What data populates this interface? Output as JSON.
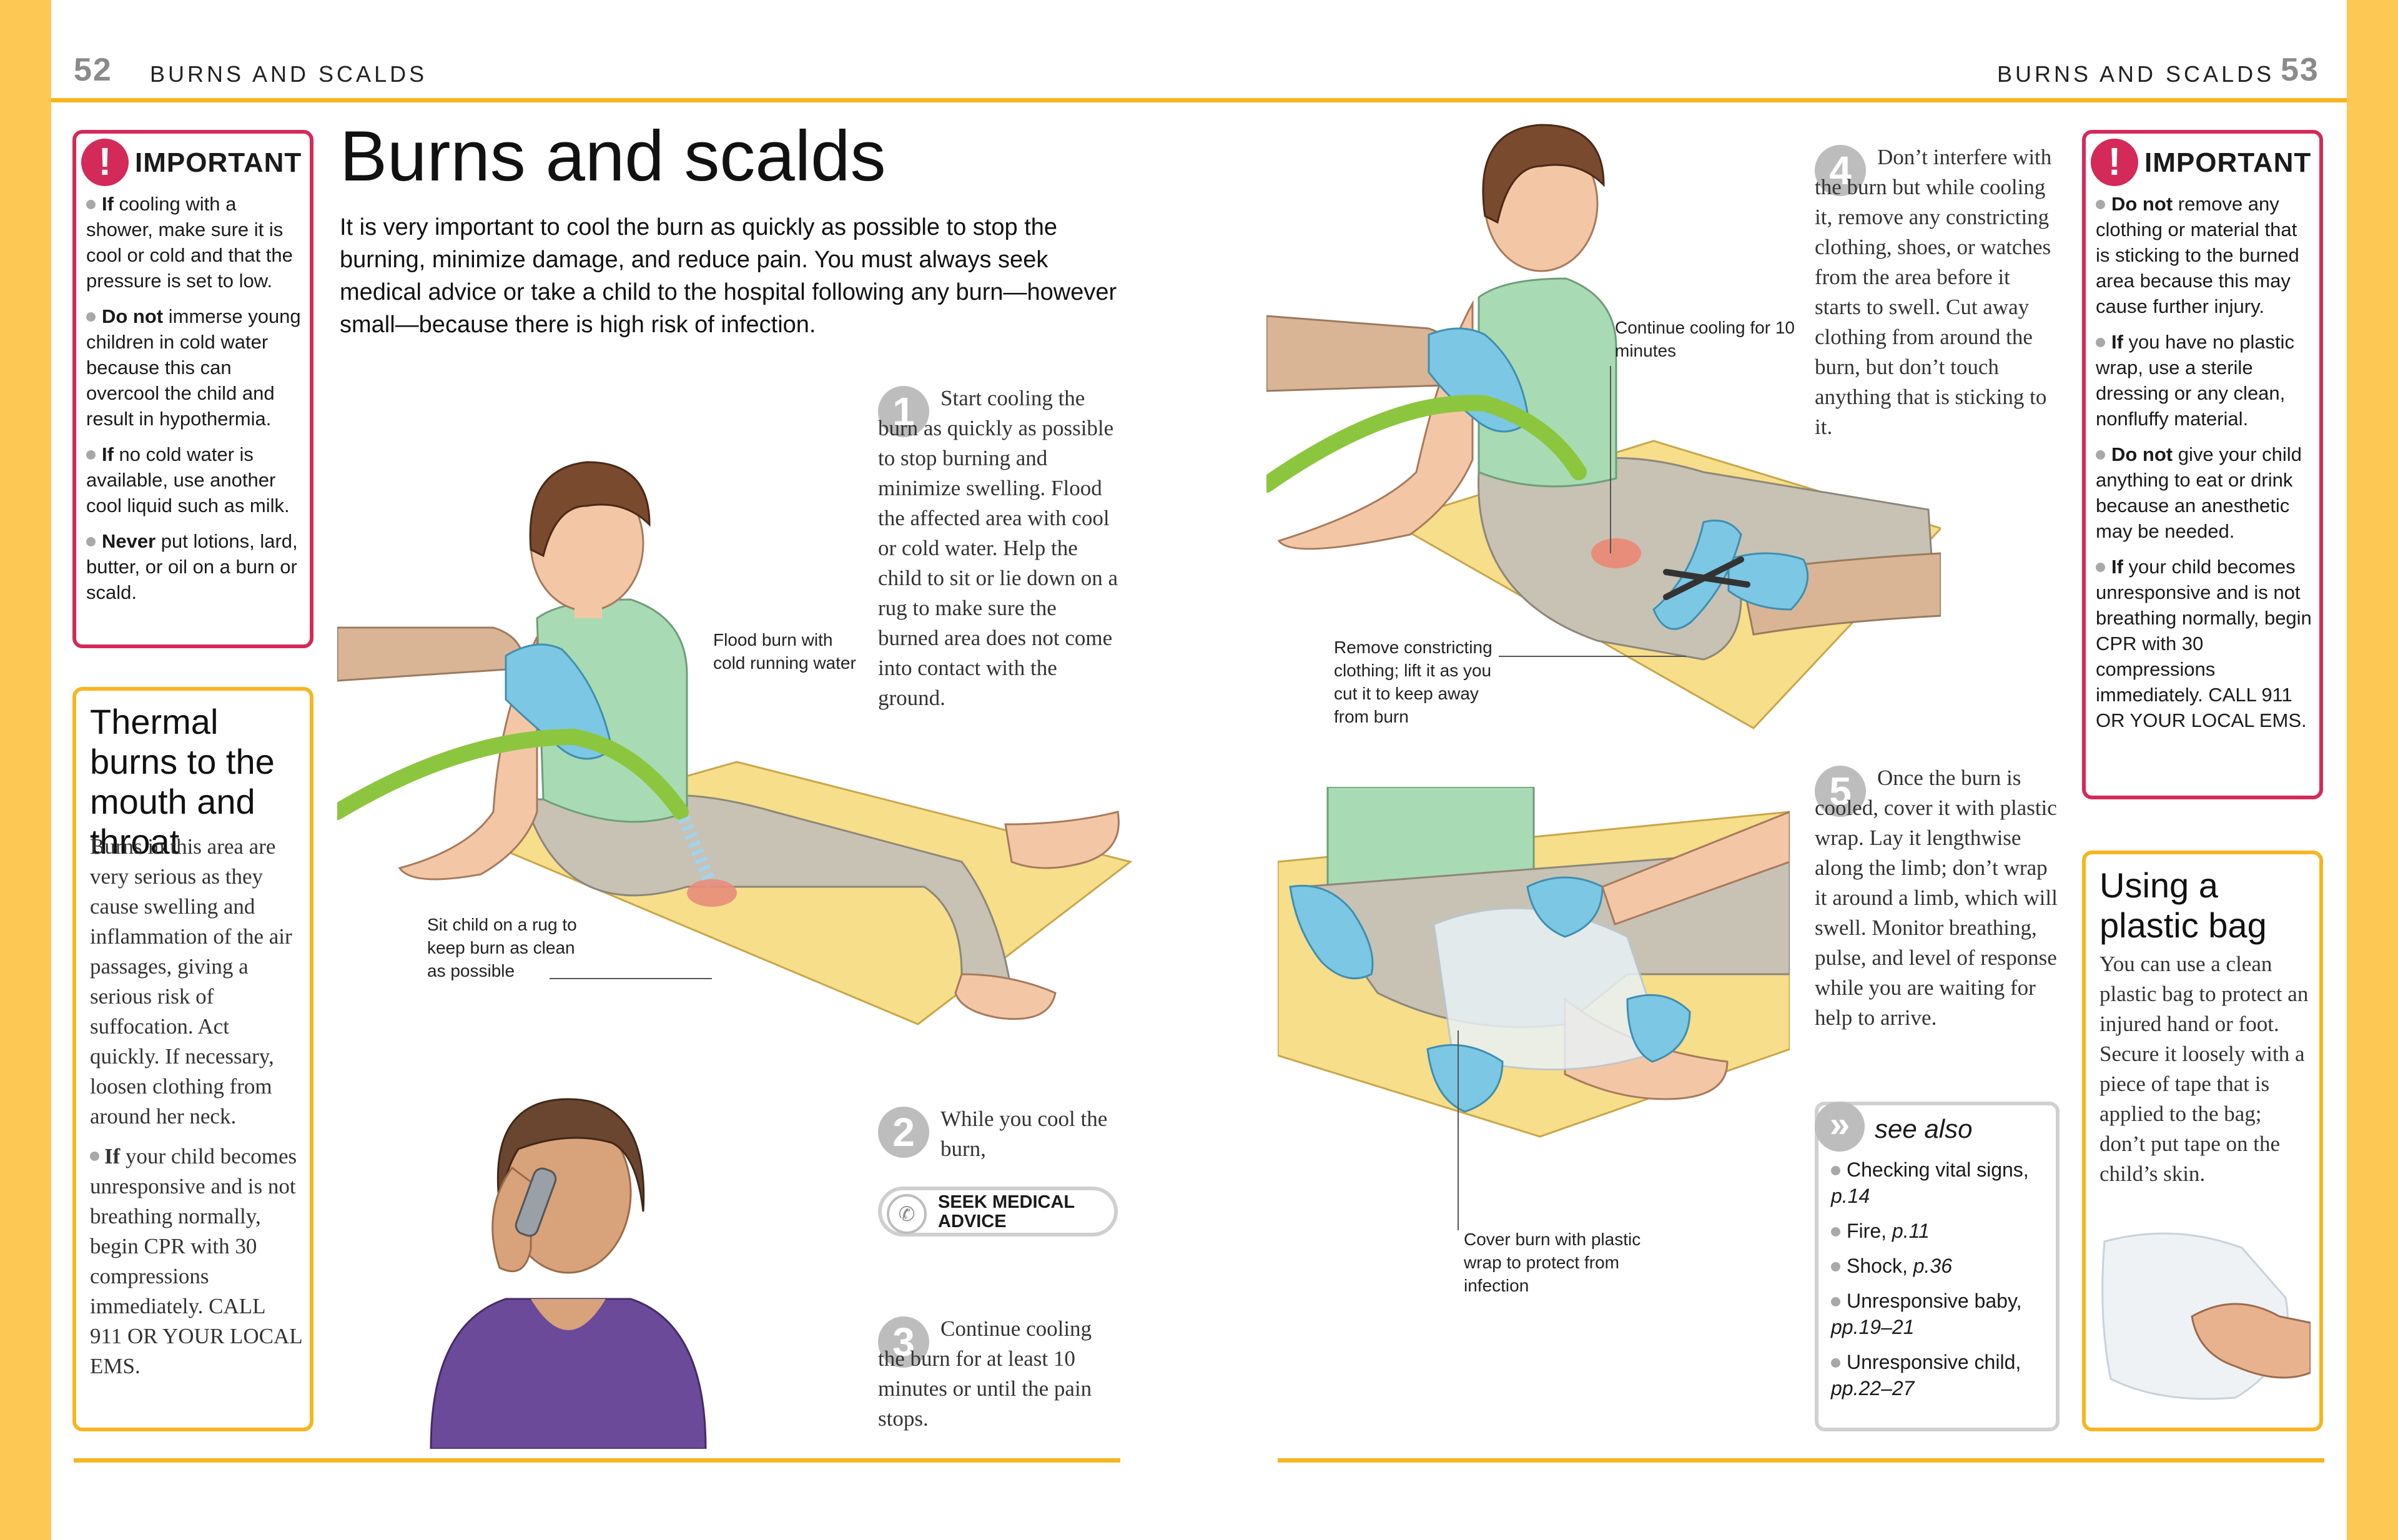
{
  "header": {
    "left_page_number": "52",
    "left_running_title": "BURNS AND SCALDS",
    "right_running_title": "BURNS AND SCALDS",
    "right_page_number": "53"
  },
  "main": {
    "title": "Burns and scalds",
    "intro": "It is very important to cool the burn as quickly as possible to stop the burning, minimize damage, and reduce pain. You must always seek medical advice or take a child to the hospital following any burn—however small—because there is high risk of infection."
  },
  "important_left": {
    "icon": "!",
    "heading": "IMPORTANT",
    "items": [
      {
        "bold": "If",
        "text": " cooling with a shower, make sure it is cool or cold and that the pressure is set to low."
      },
      {
        "bold": "Do not",
        "text": " immerse young children in cold water because this can overcool the child and result in hypothermia."
      },
      {
        "bold": "If",
        "text": " no cold water is available, use another cool liquid such as milk."
      },
      {
        "bold": "Never",
        "text": " put lotions, lard, butter, or oil on a burn or scald."
      }
    ]
  },
  "thermal_box": {
    "title": "Thermal burns to the mouth and throat",
    "body": "Burns in this area are very serious as they cause swelling and inflammation of the air passages, giving a serious risk of suffocation. Act quickly. If necessary, loosen clothing from around her neck.",
    "bullet_bold": "If",
    "bullet_text": " your child becomes unresponsive and is not breathing normally, begin CPR with 30 compressions immediately. CALL 911 OR YOUR LOCAL EMS."
  },
  "steps": {
    "s1": {
      "num": "1",
      "text": "Start cooling the burn as quickly as possible to stop burning and minimize swelling. Flood the affected area with cool or cold water. Help the child to sit or lie down on a rug to make sure the burned area does not come into contact with the ground."
    },
    "s2": {
      "num": "2",
      "text": "While you cool the burn,",
      "button": "SEEK MEDICAL ADVICE"
    },
    "s3": {
      "num": "3",
      "text": "Continue cooling the burn for at least 10 minutes or until the pain stops."
    },
    "s4": {
      "num": "4",
      "text": "Don’t interfere with the burn but while cooling it, remove any constricting clothing, shoes, or watches from the area before it starts to swell. Cut away clothing from around the burn, but don’t touch anything that is sticking to it."
    },
    "s5": {
      "num": "5",
      "text": "Once the burn is cooled, cover it with plastic wrap. Lay it lengthwise along the limb; don’t wrap it around a limb, which will swell. Monitor breathing, pulse, and level of response while you are waiting for help to arrive."
    }
  },
  "labels": {
    "flood": "Flood burn with cold running water",
    "rug": "Sit child on a rug to keep burn as clean as possible",
    "continue": "Continue cooling for 10 minutes",
    "constrict": "Remove constricting clothing; lift it as you cut it to keep away from burn",
    "cover": "Cover burn with plastic wrap to protect from infection"
  },
  "see_also": {
    "heading": "see also",
    "icon": "»",
    "items": [
      {
        "text": "Checking vital signs, ",
        "page": "p.14"
      },
      {
        "text": "Fire, ",
        "page": "p.11"
      },
      {
        "text": "Shock, ",
        "page": "p.36"
      },
      {
        "text": "Unresponsive baby, ",
        "page": "pp.19–21"
      },
      {
        "text": "Unresponsive child, ",
        "page": "pp.22–27"
      }
    ]
  },
  "important_right": {
    "icon": "!",
    "heading": "IMPORTANT",
    "items": [
      {
        "bold": "Do not",
        "text": " remove any clothing or material that is sticking to the burned area because this may cause further injury."
      },
      {
        "bold": "If",
        "text": " you have no plastic wrap, use a sterile dressing or any clean, nonfluffy material."
      },
      {
        "bold": "Do not",
        "text": " give your child anything to eat or drink because an anesthetic may be needed."
      },
      {
        "bold": "If",
        "text": " your child becomes unresponsive and is not breathing normally, begin CPR with 30 compressions immediately. CALL 911 OR YOUR LOCAL EMS."
      }
    ]
  },
  "plastic_bag_box": {
    "title": "Using a plastic bag",
    "body": "You can use a clean plastic bag to protect an injured hand or foot. Secure it loosely with a piece of tape that is applied to the bag; don’t put tape on the child’s skin."
  },
  "colors": {
    "edge": "#fdc854",
    "rule": "#f6b521",
    "important": "#d42a5a",
    "step_circle": "#bdbdbd",
    "glove": "#7cc7e3",
    "hose": "#8cc63f",
    "rug": "#f6de8a"
  }
}
